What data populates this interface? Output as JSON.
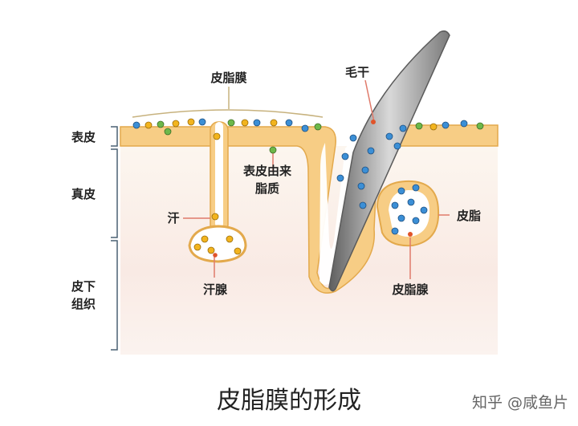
{
  "labels": {
    "sebum_film": "皮脂膜",
    "hair_shaft": "毛干",
    "epidermis": "表皮",
    "dermis": "真皮",
    "subcutaneous_line1": "皮下",
    "subcutaneous_line2": "组织",
    "lipid_from_epidermis_line1": "表皮由来",
    "lipid_from_epidermis_line2": "脂质",
    "sweat": "汗",
    "sweat_gland": "汗腺",
    "sebum": "皮脂",
    "sebaceous_gland": "皮脂腺"
  },
  "caption": "皮脂膜的形成",
  "watermark": "知乎 @咸鱼片",
  "colors": {
    "epidermis": "#F7CD85",
    "epidermis_edge": "#E3A94C",
    "dermis": "#FBF1EA",
    "dermis_pink": "#F8E1DE",
    "bracket": "#4A6073",
    "leader": "#E07A6A",
    "hair": "#8C8C8C",
    "dot_blue": "#3B8FD6",
    "dot_yellow": "#F2B41E",
    "dot_green": "#6DB84A",
    "dot_red": "#E0542A"
  }
}
